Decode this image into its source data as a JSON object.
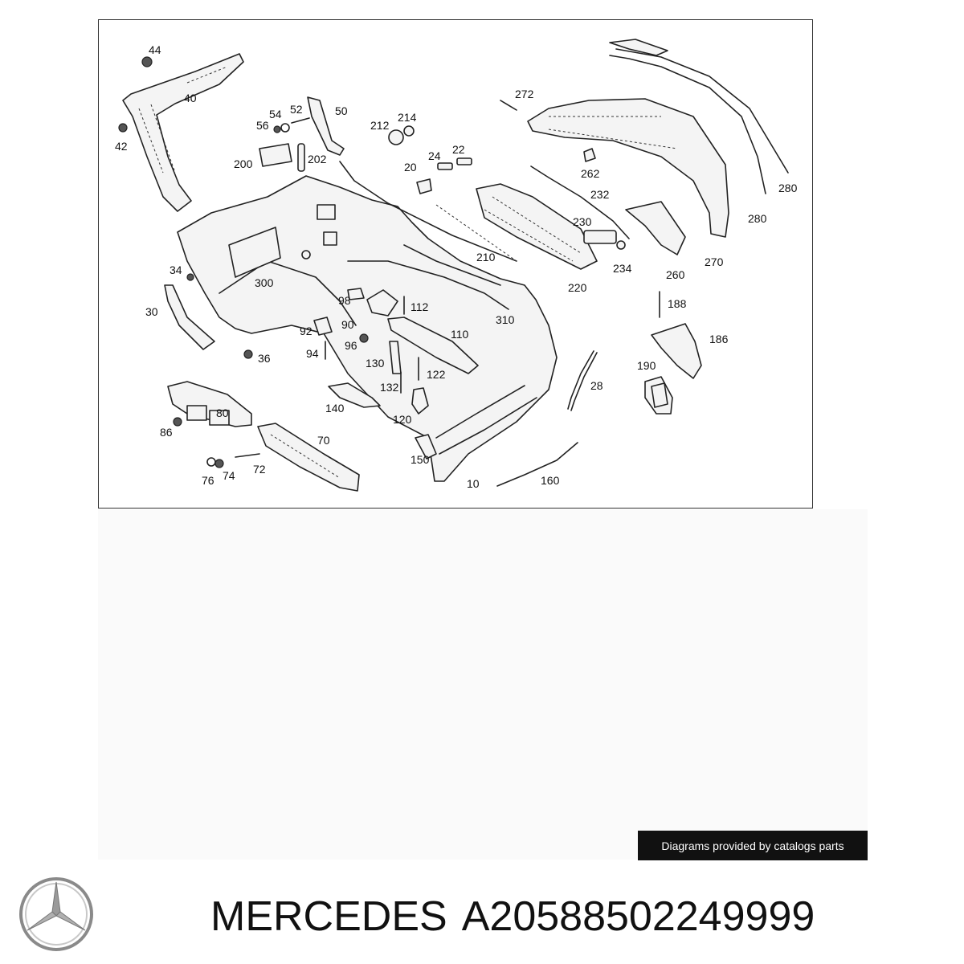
{
  "diagram": {
    "callouts": [
      "44",
      "40",
      "42",
      "54",
      "52",
      "50",
      "56",
      "214",
      "212",
      "272",
      "200",
      "202",
      "24",
      "22",
      "20",
      "262",
      "232",
      "280",
      "280",
      "230",
      "234",
      "210",
      "220",
      "270",
      "260",
      "34",
      "300",
      "30",
      "98",
      "112",
      "90",
      "92",
      "310",
      "110",
      "96",
      "94",
      "36",
      "188",
      "186",
      "130",
      "122",
      "132",
      "28",
      "190",
      "80",
      "140",
      "120",
      "86",
      "70",
      "150",
      "76",
      "74",
      "72",
      "10",
      "160"
    ]
  },
  "credit": {
    "text": "Diagrams provided by catalogs parts"
  },
  "caption": {
    "brand": "MERCEDES",
    "part_number": "A20588502249999"
  },
  "logo": {
    "icon": "mercedes-star-icon"
  }
}
